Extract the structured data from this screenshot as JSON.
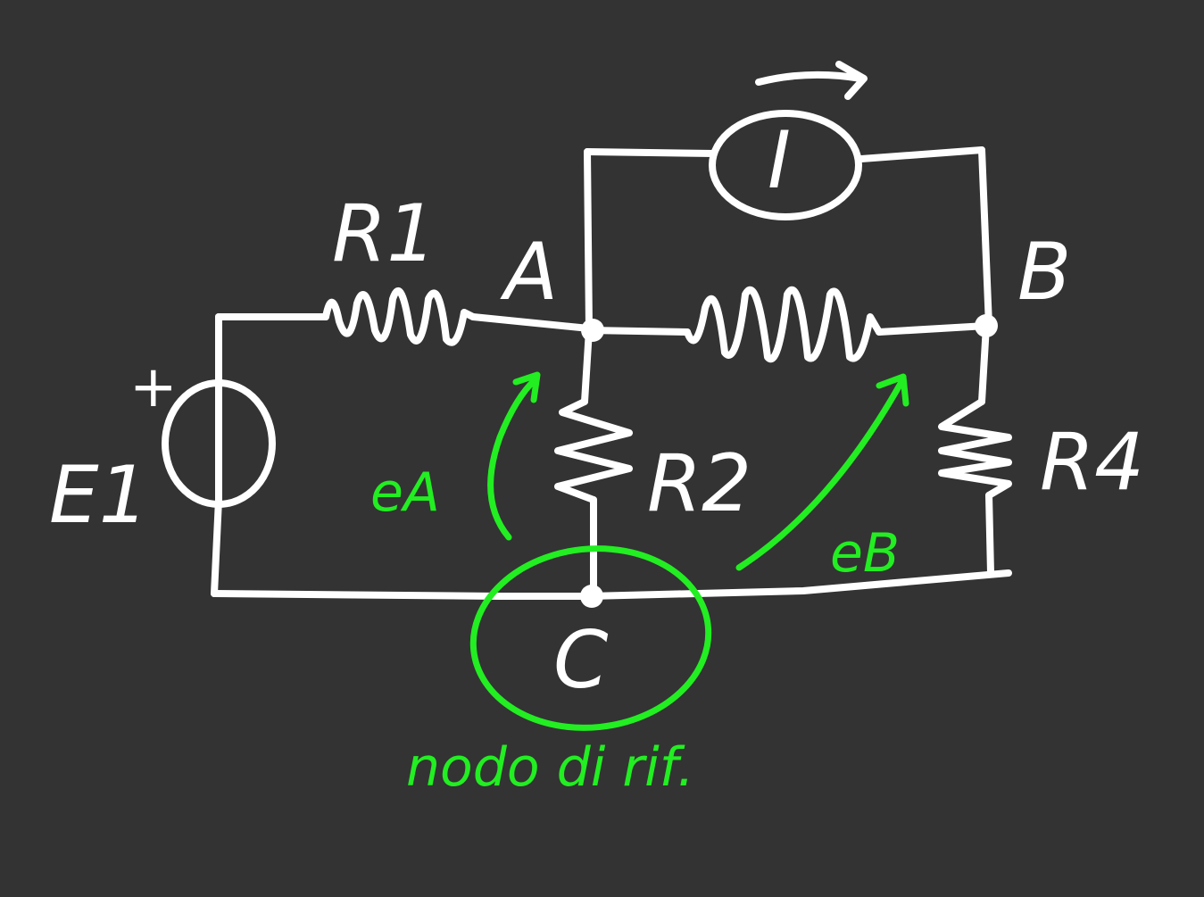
{
  "colors": {
    "background": "#333333",
    "circuit": "#ffffff",
    "annotation": "#22ee22"
  },
  "labels": {
    "r1": "R1",
    "r2": "R2",
    "r4": "R4",
    "e1": "E1",
    "e1_plus": "+",
    "current_source": "I",
    "node_a": "A",
    "node_b": "B",
    "node_c": "C"
  },
  "annotations": {
    "e_a": "eA",
    "e_b": "eB",
    "reference_node": "nodo di rif."
  }
}
